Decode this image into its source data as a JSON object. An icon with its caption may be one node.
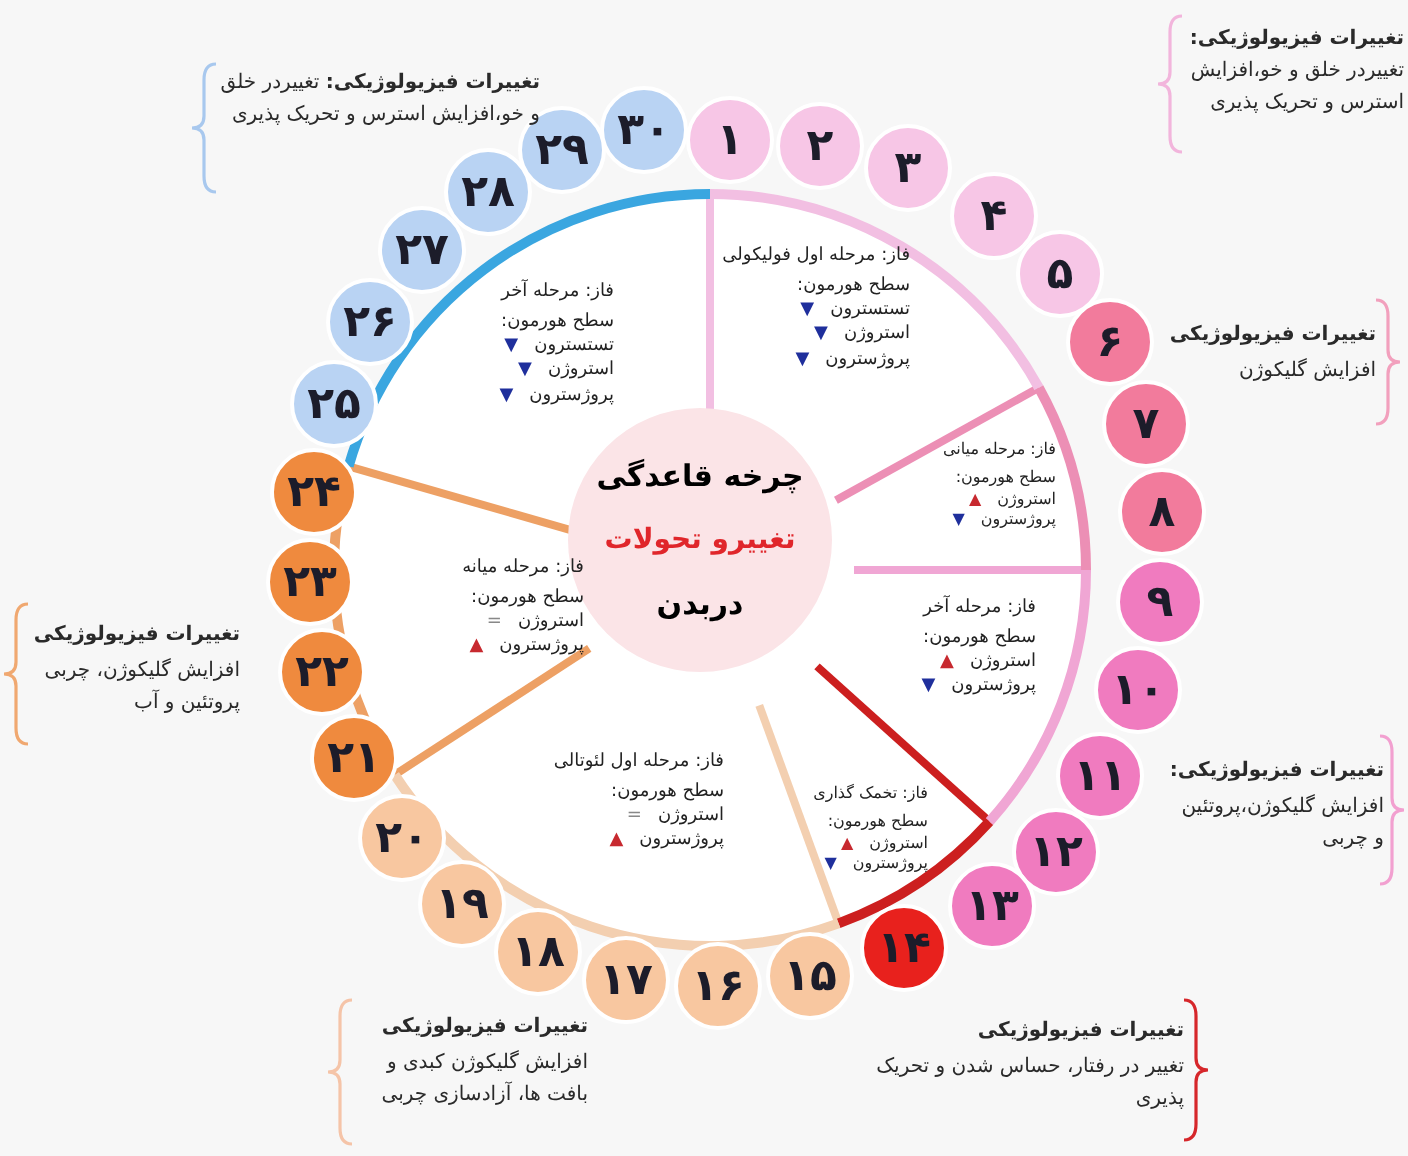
{
  "diagram": {
    "nodes": [
      {
        "text": [
          "۱"
        ]
      },
      {
        "text": [
          "۲"
        ]
      },
      {
        "text": [
          "۳"
        ]
      },
      {
        "text": [
          "۴"
        ]
      },
      {
        "text": [
          "۵"
        ]
      },
      {
        "text": [
          "۶"
        ]
      },
      {
        "text": [
          "۷"
        ]
      },
      {
        "text": [
          "۸"
        ]
      },
      {
        "text": [
          "۹"
        ]
      },
      {
        "text": [
          "۱۰"
        ]
      },
      {
        "text": [
          "۱۱"
        ]
      },
      {
        "text": [
          "۱۲"
        ]
      },
      {
        "text": [
          "۱۳"
        ]
      },
      {
        "text": [
          "۱۴"
        ]
      },
      {
        "text": [
          "۱۵"
        ]
      },
      {
        "text": [
          "۱۶"
        ]
      },
      {
        "text": [
          "۱۷"
        ]
      },
      {
        "text": [
          "۱۸"
        ]
      },
      {
        "text": [
          "۱۹"
        ]
      },
      {
        "text": [
          "۲۰"
        ]
      },
      {
        "text": [
          "۲۱"
        ]
      },
      {
        "text": [
          "۲۲"
        ]
      },
      {
        "text": [
          "۲۳"
        ]
      },
      {
        "text": [
          "۲۴"
        ]
      },
      {
        "text": [
          "۲۵"
        ]
      },
      {
        "text": [
          "۲۶"
        ]
      },
      {
        "text": [
          "۲۷"
        ]
      },
      {
        "text": [
          "۲۸"
        ]
      },
      {
        "text": [
          "۲۹"
        ]
      },
      {
        "text": [
          "۳۰"
        ]
      },
      {
        "text": [
          "چرخه قاعدگی",
          "تغییرو تحولات",
          "دربدن"
        ]
      },
      {
        "text": [
          "فاز: مرحله آخر",
          "سطح هورمون:",
          "تستسترون ▼",
          "استروژن ▼",
          "پروژسترون ▼"
        ]
      },
      {
        "text": [
          "فاز: مرحله اول فولیکولی",
          "سطح هورمون:",
          "تستسترون ▼",
          "استروژن ▼",
          "پروژسترون ▼"
        ]
      },
      {
        "text": [
          "فاز: مرحله میانی",
          "سطح هورمون:",
          "استروژن ▲",
          "پروژسترون ▼"
        ]
      },
      {
        "text": [
          "فاز: مرحله آخر",
          "سطح هورمون:",
          "استروژن ▲",
          "پروژسترون ▼"
        ]
      },
      {
        "text": [
          "فاز: تخمک گذاری",
          "سطح هورمون:",
          "استروژن ▲",
          "پروژسترون ▼"
        ]
      },
      {
        "text": [
          "فاز: مرحله اول لئوتالی",
          "سطح هورمون:",
          "استروژن =",
          "پروژسترون ▲"
        ]
      },
      {
        "text": [
          "فاز: مرحله میانه",
          "سطح هورمون:",
          "استروژن =",
          "پروژسترون ▲"
        ]
      }
    ],
    "labels": [
      "**تغییرات فیزیولوژیکی:** تغییردر خلق و خو،افزایش استرس و تحریک پذیری",
      "تغییرات فیزیولوژیکی",
      "افزایش گلیکوژن",
      "تغییرات فیزیولوژیکی:",
      "افزایش گلیکوژن،پروتئین و چربی",
      "تغییرات فیزیولوژیکی",
      "تغییر در رفتار، حساس شدن و تحریک پذیری",
      "تغییرات فیزیولوژیکی",
      "افزایش گلیکوژن کبدی و بافت ها، آزادسازی چربی",
      "تغییرات فیزیولوژیکی",
      "افزایش گلیکوژن، چربی پروتئین و آب",
      "**تغییرات فیزیولوژیکی:** تغییردر خلق و خو،افزایش استرس و تحریک پذیری"
    ]
  }
}
